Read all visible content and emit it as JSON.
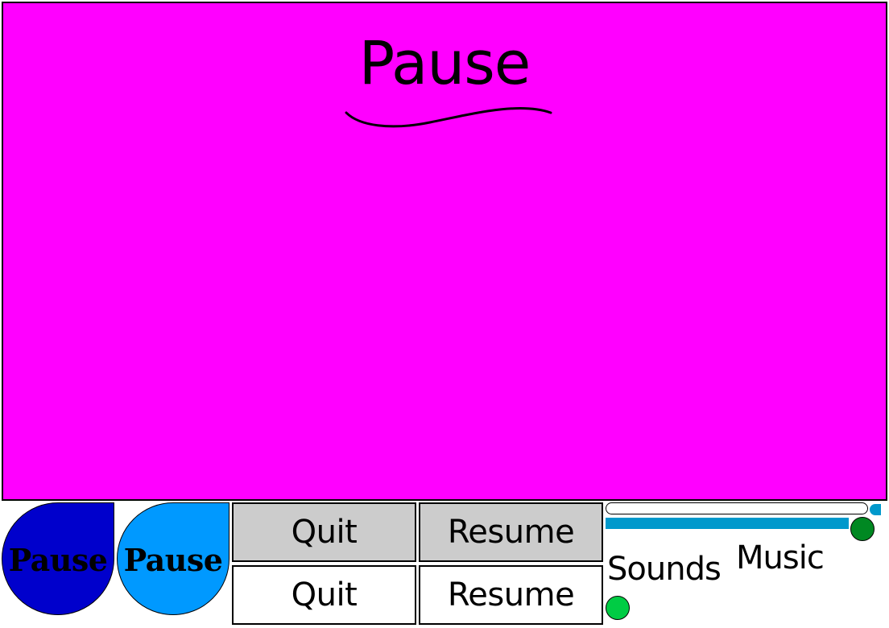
{
  "pause_menu": {
    "title": "Pause",
    "panel_color": "#ff00ff"
  },
  "pause_buttons": [
    {
      "label": "Pause",
      "state": "normal",
      "color": "#0000cc"
    },
    {
      "label": "Pause",
      "state": "highlighted",
      "color": "#0099ff"
    }
  ],
  "menu_buttons": {
    "quit_hover_label": "Quit",
    "resume_hover_label": "Resume",
    "quit_label": "Quit",
    "resume_label": "Resume",
    "hover_color": "#cccccc",
    "normal_color": "#ffffff"
  },
  "audio": {
    "sounds_label": "Sounds",
    "music_label": "Music",
    "slider_fill_color": "#0099cc",
    "knob_dark_color": "#008822",
    "knob_light_color": "#00cc44"
  }
}
